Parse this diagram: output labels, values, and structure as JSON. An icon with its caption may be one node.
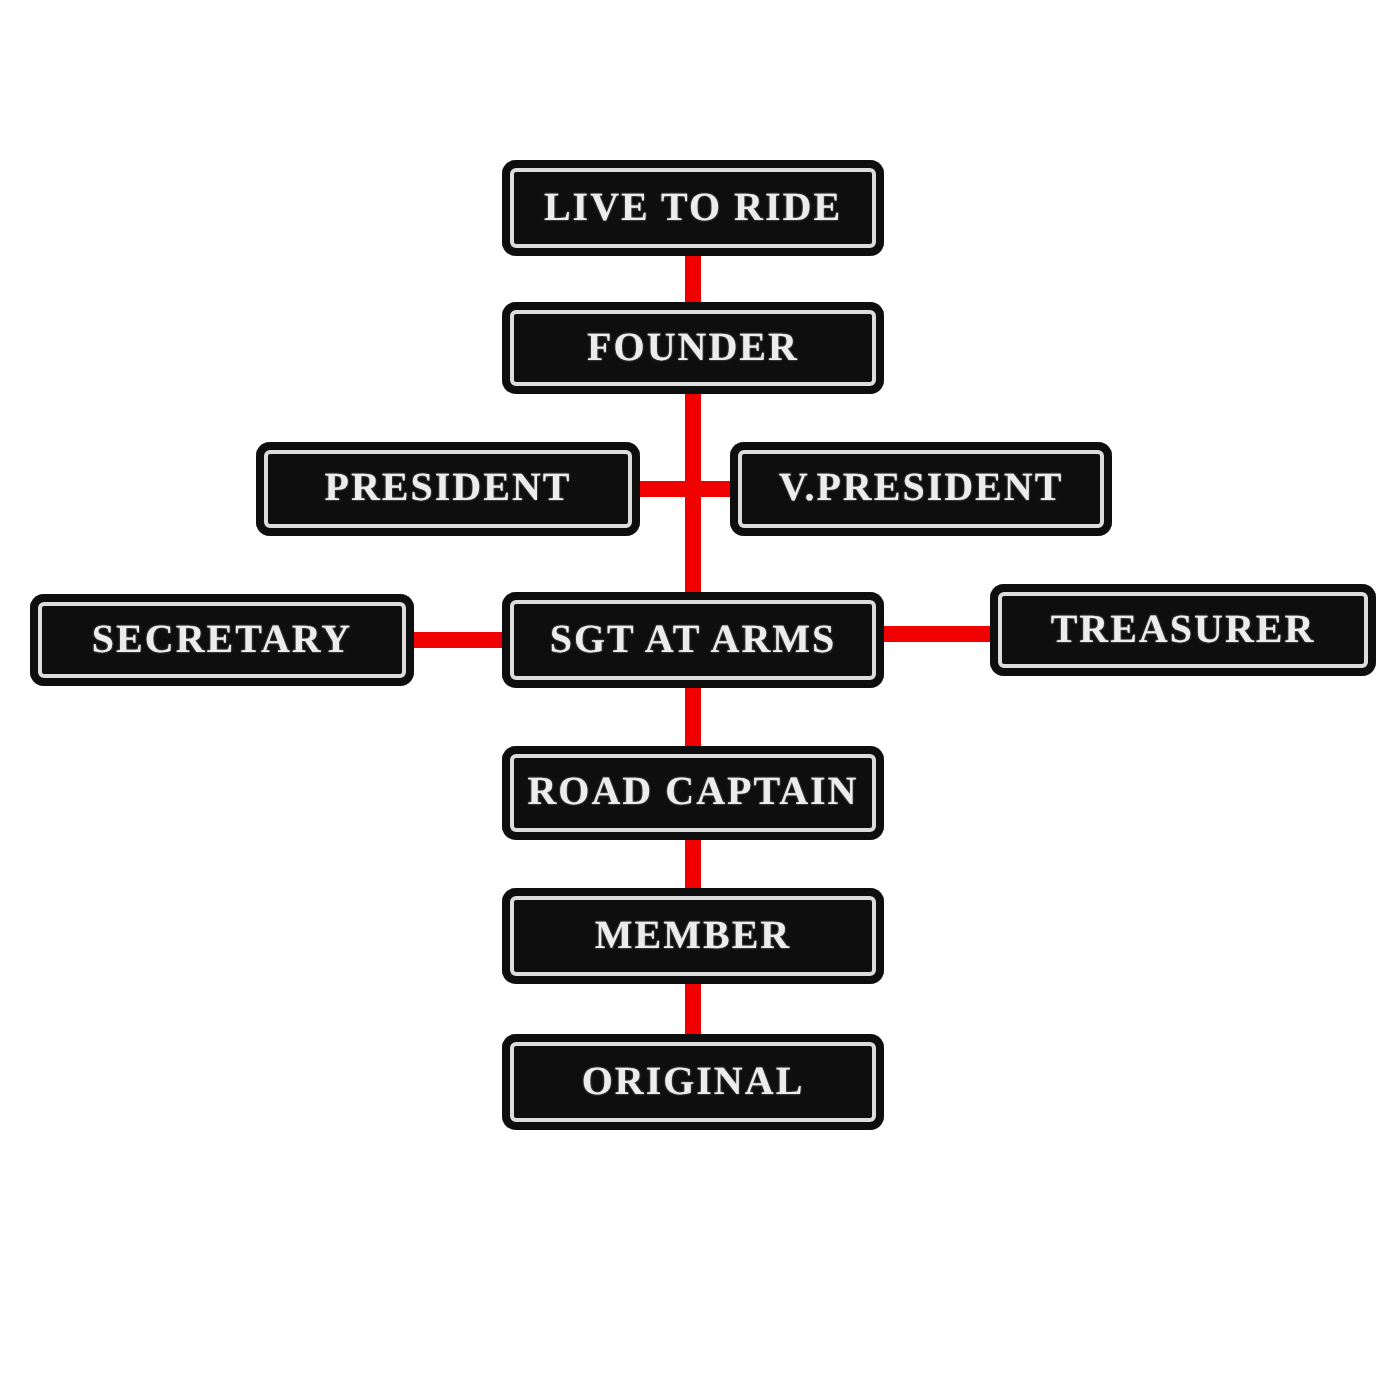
{
  "diagram": {
    "nodes": [
      {
        "text": [
          "LIVE TO RIDE"
        ]
      },
      {
        "text": [
          "FOUNDER"
        ]
      },
      {
        "text": [
          "PRESIDENT"
        ]
      },
      {
        "text": [
          "V.PRESIDENT"
        ]
      },
      {
        "text": [
          "SECRETARY"
        ]
      },
      {
        "text": [
          "SGT AT ARMS"
        ]
      },
      {
        "text": [
          "TREASURER"
        ]
      },
      {
        "text": [
          "ROAD CAPTAIN"
        ]
      },
      {
        "text": [
          "MEMBER"
        ]
      },
      {
        "text": [
          "ORIGINAL"
        ]
      }
    ],
    "edges": [
      {
        "from": 0,
        "to": 1,
        "arrow": "none"
      },
      {
        "from": 1,
        "to": 2,
        "arrow": "none"
      },
      {
        "from": 1,
        "to": 3,
        "arrow": "none"
      },
      {
        "from": 1,
        "to": 5,
        "arrow": "none"
      },
      {
        "from": 4,
        "to": 5,
        "arrow": "none"
      },
      {
        "from": 5,
        "to": 6,
        "arrow": "none"
      },
      {
        "from": 5,
        "to": 7,
        "arrow": "none"
      },
      {
        "from": 7,
        "to": 8,
        "arrow": "none"
      },
      {
        "from": 8,
        "to": 9,
        "arrow": "none"
      }
    ]
  }
}
